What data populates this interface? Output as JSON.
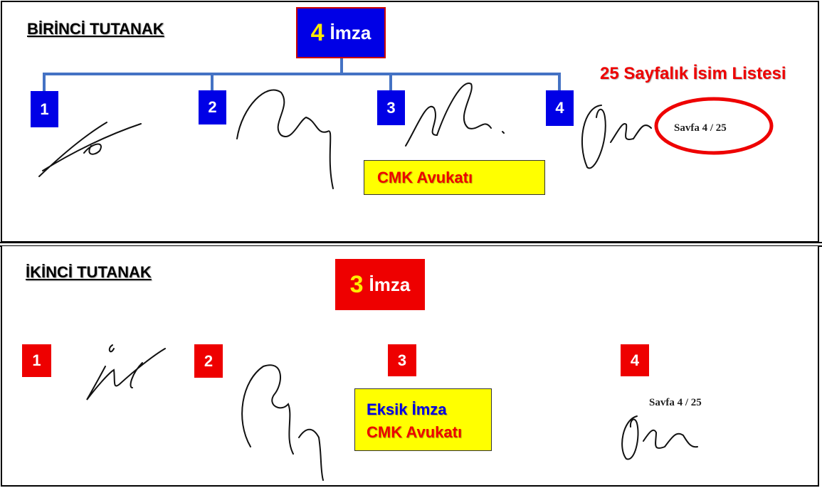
{
  "colors": {
    "blue": "#0000e6",
    "blue_line": "#4472c4",
    "red": "#ee0000",
    "yellow": "#ffff00",
    "number_yellow": "#ffeb00"
  },
  "first_record": {
    "heading": "BİRİNCİ TUTANAK",
    "title_number": "4",
    "title_word": "İmza",
    "boxes": [
      "1",
      "2",
      "3",
      "4"
    ],
    "note_lines": [
      "CMK Avukatı"
    ],
    "list_label": "25 Sayfalık İsim Listesi",
    "page_text": "Savfa 4 / 25"
  },
  "second_record": {
    "heading": "İKİNCİ TUTANAK",
    "title_number": "3",
    "title_word": "İmza",
    "boxes": [
      "1",
      "2",
      "3",
      "4"
    ],
    "note_lines": [
      "Eksik İmza",
      "CMK Avukatı"
    ],
    "page_text": "Savfa 4 / 25"
  }
}
